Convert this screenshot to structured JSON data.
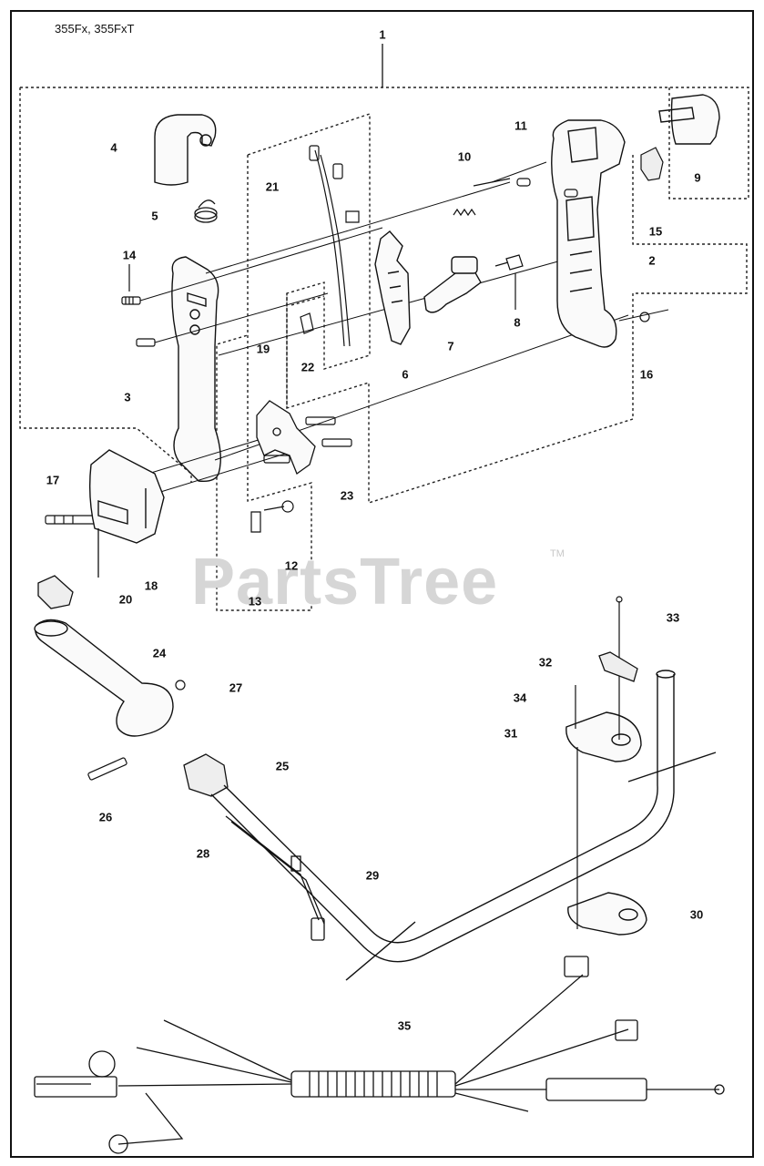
{
  "diagram": {
    "model_title": "355Fx, 355FxT",
    "watermark": "PartsTree",
    "trademark": "TM",
    "callouts": {
      "c1": "1",
      "c2": "2",
      "c3": "3",
      "c4": "4",
      "c5": "5",
      "c6": "6",
      "c7": "7",
      "c8": "8",
      "c9": "9",
      "c10": "10",
      "c11": "11",
      "c12": "12",
      "c13": "13",
      "c14": "14",
      "c15": "15",
      "c16": "16",
      "c17": "17",
      "c18": "18",
      "c19": "19",
      "c20": "20",
      "c21": "21",
      "c22": "22",
      "c23": "23",
      "c24": "24",
      "c25": "25",
      "c26": "26",
      "c27": "27",
      "c28": "28",
      "c29": "29",
      "c30": "30",
      "c31": "31",
      "c32": "32",
      "c33": "33",
      "c34": "34",
      "c35": "35"
    }
  }
}
